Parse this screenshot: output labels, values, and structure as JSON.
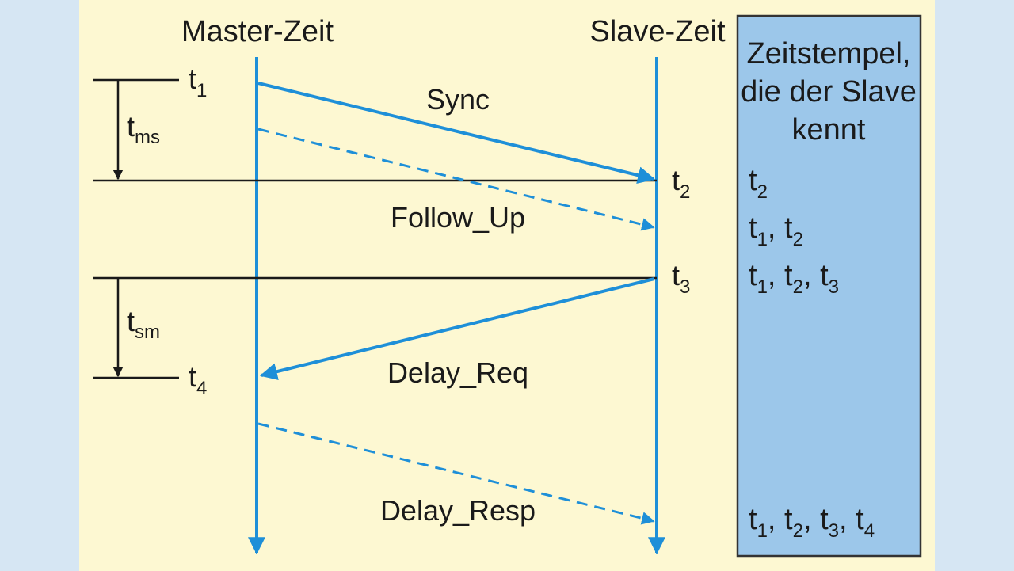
{
  "colors": {
    "page_background": "#d6e6f3",
    "panel_background": "#fdf8d2",
    "timeline_blue": "#1e8fd8",
    "box_fill": "#9cc7ea",
    "box_border": "#333333",
    "ink": "#1a1a1a"
  },
  "columns": {
    "master": "Master-Zeit",
    "slave": "Slave-Zeit"
  },
  "messages": {
    "sync": "Sync",
    "follow_up": "Follow_Up",
    "delay_req": "Delay_Req",
    "delay_resp": "Delay_Resp"
  },
  "timestamps": {
    "t1": {
      "base": "t",
      "sub": "1"
    },
    "t2": {
      "base": "t",
      "sub": "2"
    },
    "t3": {
      "base": "t",
      "sub": "3"
    },
    "t4": {
      "base": "t",
      "sub": "4"
    }
  },
  "intervals": {
    "tms": {
      "base": "t",
      "sub": "ms"
    },
    "tsm": {
      "base": "t",
      "sub": "sm"
    }
  },
  "slave_box": {
    "title_lines": [
      "Zeitstempel,",
      "die der Slave",
      "kennt"
    ],
    "known_rows": [
      [
        {
          "base": "t",
          "sub": "2"
        }
      ],
      [
        {
          "base": "t",
          "sub": "1"
        },
        {
          "base": "t",
          "sub": "2"
        }
      ],
      [
        {
          "base": "t",
          "sub": "1"
        },
        {
          "base": "t",
          "sub": "2"
        },
        {
          "base": "t",
          "sub": "3"
        }
      ],
      [
        {
          "base": "t",
          "sub": "1"
        },
        {
          "base": "t",
          "sub": "2"
        },
        {
          "base": "t",
          "sub": "3"
        },
        {
          "base": "t",
          "sub": "4"
        }
      ]
    ]
  }
}
